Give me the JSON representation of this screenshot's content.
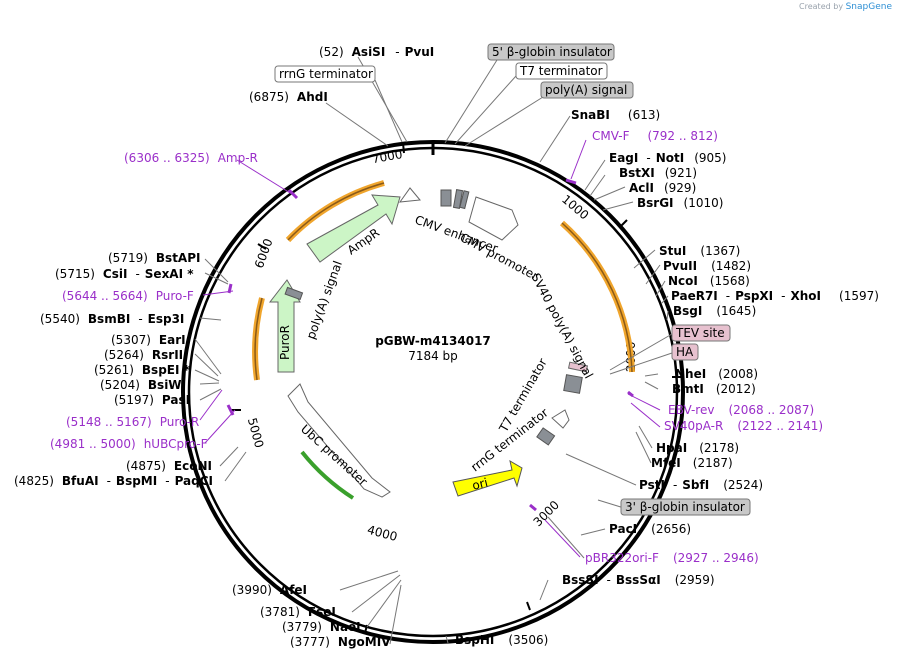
{
  "credit": {
    "prefix": "Created by",
    "brand": "SnapGene"
  },
  "plasmid": {
    "name": "pGBW-m4134017",
    "size": "7184 bp"
  },
  "ticks": [
    "1000",
    "2000",
    "3000",
    "4000",
    "5000",
    "6000",
    "7000"
  ],
  "boxed_labels": {
    "b_globin_5": "5' β-globin insulator",
    "rrng_term_top": "rrnG terminator",
    "t7_term_top": "T7 terminator",
    "polya_top": "poly(A) signal",
    "tev": "TEV site",
    "ha": "HA",
    "b_globin_3": "3' β-globin insulator"
  },
  "features": {
    "cmv_enhancer": "CMV enhancer",
    "cmv_promoter": "CMV promoter",
    "sv40_polya": "SV40 poly(A) signal",
    "t7_term": "T7 terminator",
    "rrng_term": "rrnG terminator",
    "ori": "ori",
    "ubc": "UbC promoter",
    "puror": "PuroR",
    "polya_in": "poly(A) signal",
    "ampr": "AmpR"
  },
  "sites": {
    "asisi": {
      "pos": "(52)",
      "name": "AsiSI",
      "sep": "-",
      "name2": "PvuI"
    },
    "ahdi": {
      "pos": "(6875)",
      "name": "AhdI"
    },
    "snabi": {
      "name": "SnaBI",
      "pos": "(613)"
    },
    "eagi": {
      "name": "EagI",
      "sep": "-",
      "name2": "NotI",
      "pos": "(905)"
    },
    "bstxi": {
      "name": "BstXI",
      "pos": "(921)"
    },
    "acli": {
      "name": "AclI",
      "pos": "(929)"
    },
    "bsrgi": {
      "name": "BsrGI",
      "pos": "(1010)"
    },
    "stui": {
      "name": "StuI",
      "pos": "(1367)"
    },
    "pvuii": {
      "name": "PvuII",
      "pos": "(1482)"
    },
    "ncoi": {
      "name": "NcoI",
      "pos": "(1568)"
    },
    "paer7i": {
      "name": "PaeR7I",
      "sep": "-",
      "name2": "PspXI",
      "sep2": "-",
      "name3": "XhoI",
      "pos": "(1597)"
    },
    "bsgi": {
      "name": "BsgI",
      "pos": "(1645)"
    },
    "nhei": {
      "name": "NheI",
      "pos": "(2008)"
    },
    "bmti": {
      "name": "BmtI",
      "pos": "(2012)"
    },
    "hpai": {
      "name": "HpaI",
      "pos": "(2178)"
    },
    "mfei": {
      "name": "MfeI",
      "pos": "(2187)"
    },
    "psti": {
      "name": "PstI",
      "sep": "-",
      "name2": "SbfI",
      "pos": "(2524)"
    },
    "paci": {
      "name": "PacI",
      "pos": "(2656)"
    },
    "bsssi": {
      "name": "BssSI",
      "sep": "-",
      "name2": "BssSαI",
      "pos": "(2959)"
    },
    "bsphi": {
      "name": "BspHI",
      "pos": "(3506)"
    },
    "afei": {
      "pos": "(3990)",
      "name": "AfeI"
    },
    "fsei": {
      "pos": "(3781)",
      "name": "FseI"
    },
    "naei": {
      "pos": "(3779)",
      "name": "NaeI"
    },
    "ngomiv": {
      "pos": "(3777)",
      "name": "NgoMIV"
    },
    "econi": {
      "pos": "(4875)",
      "name": "EcoNI"
    },
    "bfuai": {
      "pos": "(4825)",
      "name": "BfuAI",
      "sep": "-",
      "name2": "BspMI",
      "sep2": "-",
      "name3": "PaqCI"
    },
    "pasi": {
      "pos": "(5197)",
      "name": "PasI"
    },
    "bsiwi": {
      "pos": "(5204)",
      "name": "BsiWI"
    },
    "bspei": {
      "pos": "(5261)",
      "name": "BspEI *"
    },
    "rsrii": {
      "pos": "(5264)",
      "name": "RsrII"
    },
    "eari": {
      "pos": "(5307)",
      "name": "EarI"
    },
    "bsmbi": {
      "pos": "(5540)",
      "name": "BsmBI",
      "sep": "-",
      "name2": "Esp3I"
    },
    "csii": {
      "pos": "(5715)",
      "name": "CsiI",
      "sep": "-",
      "name2": "SexAI *"
    },
    "bstapi": {
      "pos": "(5719)",
      "name": "BstAPI"
    }
  },
  "primers": {
    "cmvf": {
      "name": "CMV-F",
      "range": "(792 .. 812)"
    },
    "ebvrev": {
      "name": "EBV-rev",
      "range": "(2068 .. 2087)"
    },
    "sv40par": {
      "name": "SV40pA-R",
      "range": "(2122 .. 2141)"
    },
    "pbr322": {
      "name": "pBR322ori-F",
      "range": "(2927 .. 2946)"
    },
    "ampr": {
      "range": "(6306 .. 6325)",
      "name": "Amp-R"
    },
    "purof": {
      "range": "(5644 .. 5664)",
      "name": "Puro-F"
    },
    "puror": {
      "range": "(5148 .. 5167)",
      "name": "Puro-R"
    },
    "hubc": {
      "range": "(4981 .. 5000)",
      "name": "hUBCpro-F"
    }
  },
  "colors": {
    "backbone": "#000000",
    "primer": "#9a2fc9",
    "orf_outline": "#f0a52c",
    "marker_green": "#3aa02c",
    "ampr_fill": "#ccf5c6",
    "ori_fill": "#ffff00",
    "gray_feature": "#8a8f95",
    "boxed_gray": "#c8c8c8",
    "boxed_pink": "#e7c1cf"
  }
}
